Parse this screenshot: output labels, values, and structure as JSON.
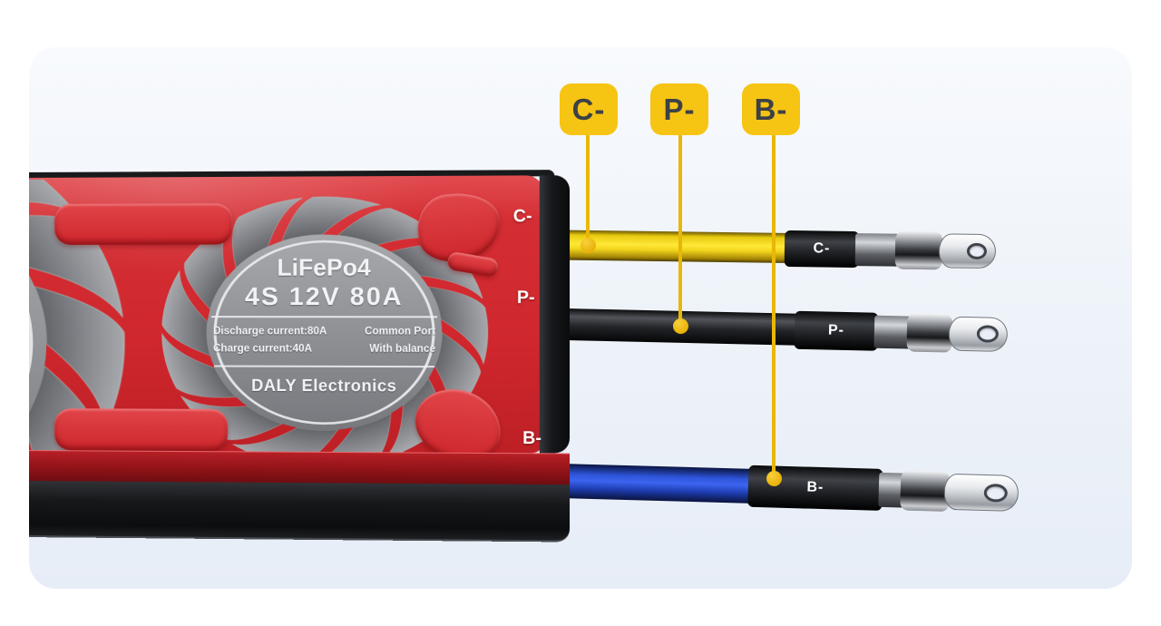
{
  "colors": {
    "page_bg": "#ffffff",
    "card_bg_top": "#f8fafd",
    "card_bg_bottom": "#e7edf7",
    "callout_bg": "#f6c413",
    "callout_text": "#3d4145",
    "leader_line": "#e9b707",
    "board_red": "#d32b31",
    "fan_gray": "#85878b",
    "wire_yellow": "#f7e01f",
    "wire_black": "#1b1c1e",
    "wire_blue": "#2e55da"
  },
  "callouts": [
    {
      "label": "C-"
    },
    {
      "label": "P-"
    },
    {
      "label": "B-"
    }
  ],
  "device": {
    "ports": [
      {
        "label": "C-"
      },
      {
        "label": "P-"
      },
      {
        "label": "B-"
      }
    ],
    "sticker": {
      "title": "LiFePo4",
      "spec": "4S 12V 80A",
      "spec_rows": [
        {
          "left": "Discharge current:80A",
          "right": "Common Port"
        },
        {
          "left": "Charge current:40A",
          "right": "With balance"
        }
      ],
      "brand": "DALY Electronics"
    }
  },
  "wires": [
    {
      "tag": "C-"
    },
    {
      "tag": "P-"
    },
    {
      "tag": "B-"
    }
  ]
}
